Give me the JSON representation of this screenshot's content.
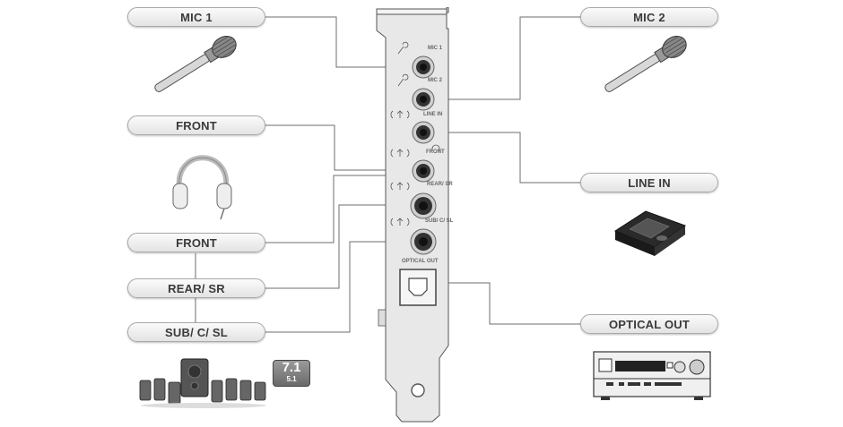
{
  "labels": {
    "mic1": "MIC 1",
    "mic2": "MIC 2",
    "front_headphones": "FRONT",
    "front_speakers": "FRONT",
    "rear_sr": "REAR/ SR",
    "sub_c_sl": "SUB/ C/ SL",
    "line_in": "LINE IN",
    "optical_out": "OPTICAL OUT"
  },
  "bracket": {
    "ports": [
      "MIC 1",
      "MIC 2",
      "LINE IN",
      "FRONT",
      "REAR/ SR",
      "SUB/ C/ SL",
      "OPTICAL OUT"
    ]
  },
  "speaker_badge": {
    "top": "7.1",
    "bottom": "5.1"
  },
  "colors": {
    "pill_border": "#a9a9a9",
    "wire": "#6e6e6e",
    "bracket": "#e8e8e8"
  }
}
